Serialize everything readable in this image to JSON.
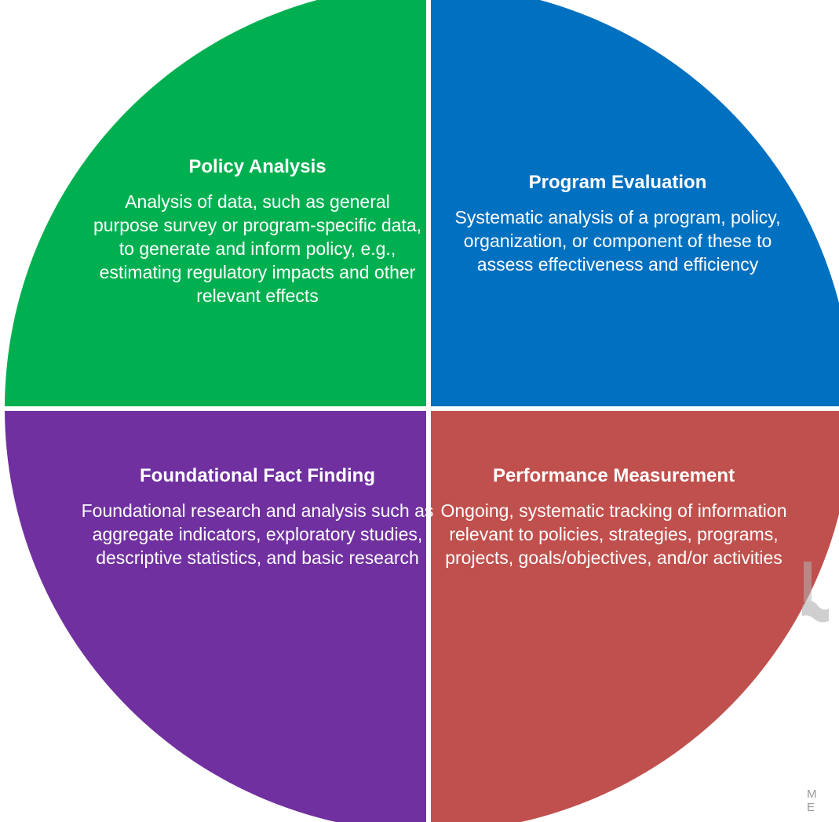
{
  "quadrants": {
    "top_left": {
      "title": "Policy Analysis",
      "description": "Analysis of data, such as general purpose survey or program-specific data, to generate and inform policy, e.g., estimating regulatory impacts and other relevant effects",
      "color": "#00B050"
    },
    "top_right": {
      "title": "Program Evaluation",
      "description": "Systematic analysis of a program, policy, organization, or component of these to assess effectiveness and efficiency",
      "color": "#0070C0"
    },
    "bottom_left": {
      "title": "Foundational Fact Finding",
      "description": "Foundational research and analysis such as aggregate indicators, exploratory studies, descriptive statistics, and basic research",
      "color": "#7030A0"
    },
    "bottom_right": {
      "title": "Performance Measurement",
      "description": "Ongoing, systematic tracking of information relevant to policies, strategies, programs, projects, goals/objectives, and/or activities",
      "color": "#C0504D"
    }
  },
  "watermark": {
    "text": "M E"
  }
}
